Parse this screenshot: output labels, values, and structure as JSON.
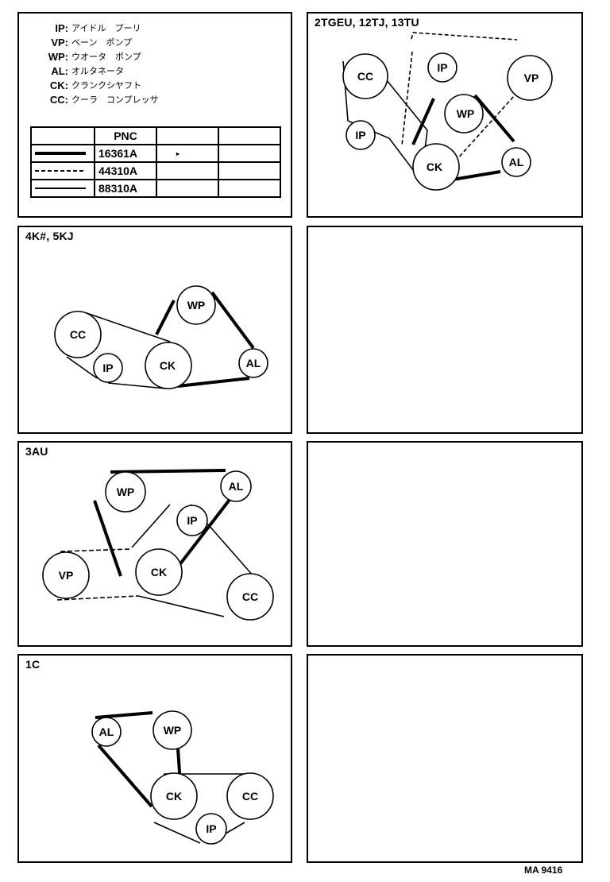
{
  "legend": {
    "items": [
      {
        "abbr": "IP:",
        "name": "アイドル　プーリ"
      },
      {
        "abbr": "VP:",
        "name": "ベーン　ポンプ"
      },
      {
        "abbr": "WP:",
        "name": "ウオータ　ポンプ"
      },
      {
        "abbr": "AL:",
        "name": "オルタネータ"
      },
      {
        "abbr": "CK:",
        "name": "クランクシヤフト"
      },
      {
        "abbr": "CC:",
        "name": "クーラ　コンプレッサ"
      }
    ],
    "table": {
      "header": [
        "",
        "PNC",
        "",
        ""
      ],
      "rows": [
        {
          "line_style": "thick-solid",
          "pnc": "16361A",
          "c2": "▸",
          "c3": ""
        },
        {
          "line_style": "dashed",
          "pnc": "44310A",
          "c2": "",
          "c3": ""
        },
        {
          "line_style": "thin-solid",
          "pnc": "88310A",
          "c2": "",
          "c3": ""
        }
      ]
    }
  },
  "panels": [
    {
      "title": "2TGEU, 12TJ, 13TU",
      "pulleys": [
        "CC",
        "IP",
        "IP",
        "VP",
        "WP",
        "CK",
        "AL"
      ]
    },
    {
      "title": "4K#, 5KJ",
      "pulleys": [
        "CC",
        "IP",
        "CK",
        "WP",
        "AL"
      ]
    },
    {
      "title": "3AU",
      "pulleys": [
        "WP",
        "AL",
        "IP",
        "VP",
        "CK",
        "CC"
      ]
    },
    {
      "title": "1C",
      "pulleys": [
        "AL",
        "WP",
        "CK",
        "CC",
        "IP"
      ]
    },
    {
      "title": ""
    },
    {
      "title": ""
    },
    {
      "title": ""
    }
  ],
  "footer": {
    "code": "MA 9416"
  }
}
